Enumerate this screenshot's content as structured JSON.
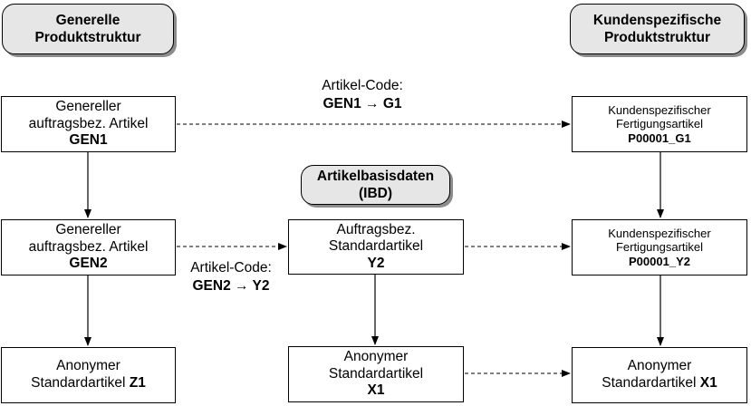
{
  "headers": {
    "left": {
      "line1": "Generelle",
      "line2": "Produktstruktur"
    },
    "right": {
      "line1": "Kundenspezifische",
      "line2": "Produktstruktur"
    },
    "center": {
      "line1": "Artikelbasisdaten",
      "line2": "(IBD)"
    }
  },
  "nodes": {
    "gen1": {
      "line1": "Genereller",
      "line2": "auftragsbez. Artikel",
      "code": "GEN1"
    },
    "gen2": {
      "line1": "Genereller",
      "line2": "auftragsbez. Artikel",
      "code": "GEN2"
    },
    "z1": {
      "line1": "Anonymer",
      "prefix": "Standardartikel ",
      "code": "Z1"
    },
    "y2": {
      "line1": "Auftragsbez.",
      "line2": "Standardartikel",
      "code": "Y2"
    },
    "x1_mid": {
      "line1": "Anonymer",
      "line2": "Standardartikel",
      "code": "X1"
    },
    "p_g1": {
      "line1": "Kundenspezifischer",
      "line2": "Fertigungsartikel",
      "code": "P00001_G1"
    },
    "p_y2": {
      "line1": "Kundenspezifischer",
      "line2": "Fertigungsartikel",
      "code": "P00001_Y2"
    },
    "x1_right": {
      "line1": "Anonymer",
      "prefix": "Standardartikel ",
      "code": "X1"
    }
  },
  "labels": {
    "code1": {
      "title": "Artikel-Code:",
      "from": "GEN1",
      "arrow": "→",
      "to": "G1"
    },
    "code2": {
      "title": "Artikel-Code:",
      "from": "GEN2",
      "arrow": "→",
      "to": "Y2"
    }
  }
}
